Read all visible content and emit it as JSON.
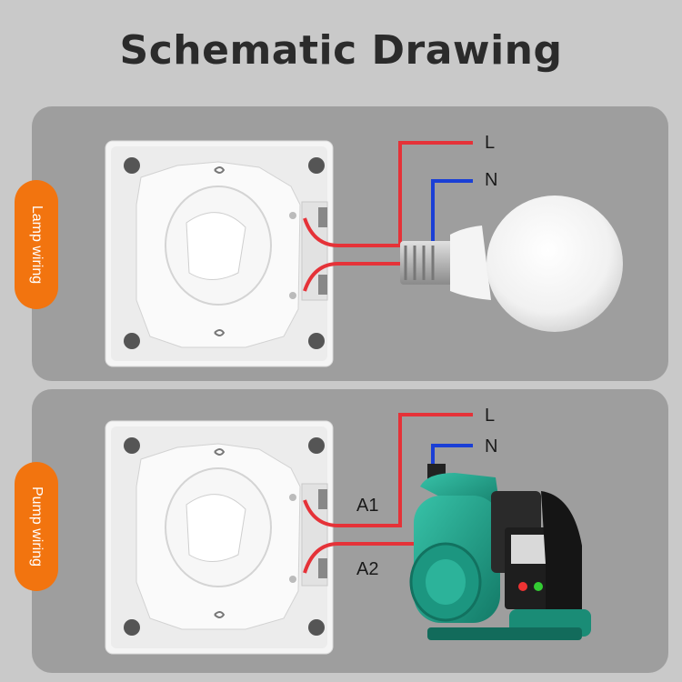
{
  "title": "Schematic Drawing",
  "lamp_section": {
    "tab_label": "Lamp wiring",
    "wire_labels": {
      "live": "L",
      "neutral": "N"
    }
  },
  "pump_section": {
    "tab_label": "Pump wiring",
    "wire_labels": {
      "live": "L",
      "neutral": "N"
    },
    "terminal_labels": {
      "a1": "A1",
      "a2": "A2"
    }
  },
  "colors": {
    "live_wire": "#e53238",
    "neutral_wire": "#1a3fd6",
    "tab": "#f2740f",
    "panel": "#9e9e9e",
    "pump_body": "#22a58f"
  }
}
